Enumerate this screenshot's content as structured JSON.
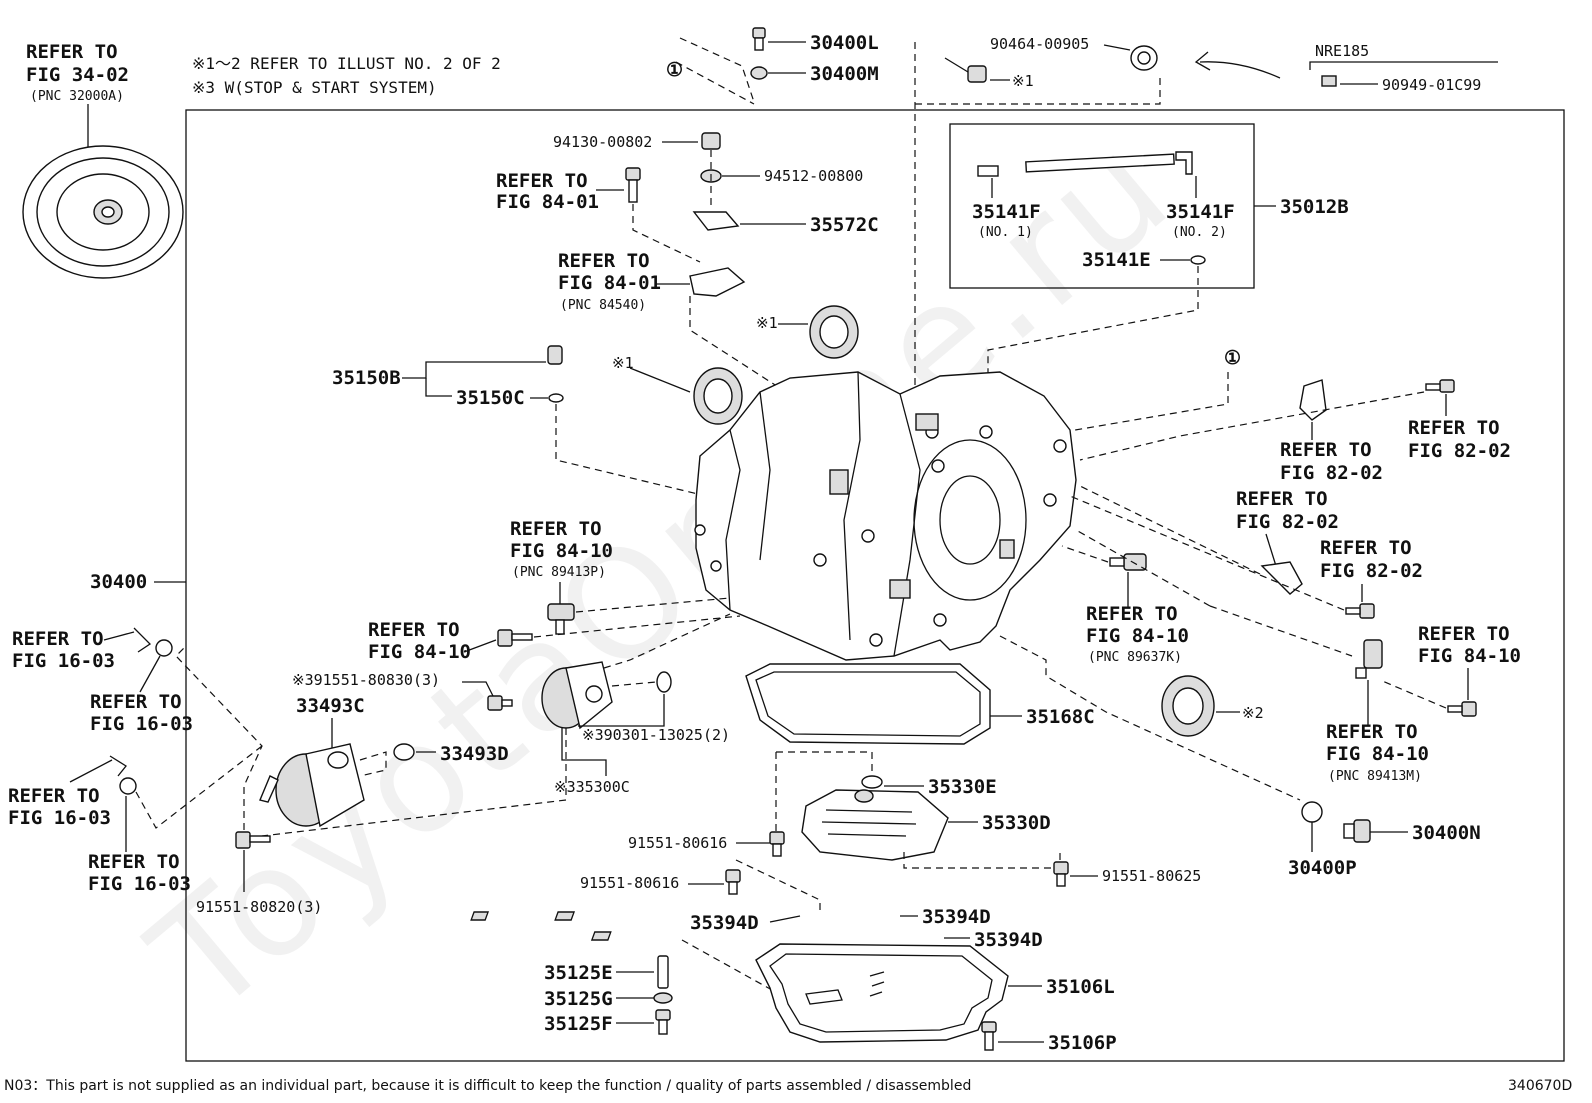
{
  "notes": {
    "line1": "※1～2 REFER TO ILLUST NO. 2 OF 2",
    "line2": "※3 W(STOP & START SYSTEM)"
  },
  "torque_converter_ref": {
    "l1": "REFER TO",
    "l2": "FIG 34-02",
    "l3": "(PNC 32000A)"
  },
  "parts": {
    "p30400L": "30400L",
    "p30400M": "30400M",
    "p90464": "90464-00905",
    "p90464_mark": "※1",
    "nre185": "NRE185",
    "p90949": "90949-01C99",
    "p94130": "94130-00802",
    "p94512": "94512-00800",
    "p35572C": "35572C",
    "p35141F_1": "35141F",
    "p35141F_1_sub": "(NO. 1)",
    "p35141F_2": "35141F",
    "p35141F_2_sub": "(NO. 2)",
    "p35012B": "35012B",
    "p35141E": "35141E",
    "mark1a": "※1",
    "mark1b": "※1",
    "p35150B": "35150B",
    "p35150C": "35150C",
    "p30400": "30400",
    "p91551_80830": "※391551-80830(3)",
    "p33493C": "33493C",
    "p33493D": "33493D",
    "p90301": "※390301-13025(2)",
    "p35300C": "※335300C",
    "p91551_80820": "91551-80820(3)",
    "p35168C": "35168C",
    "mark2": "※2",
    "p35330E": "35330E",
    "p35330D": "35330D",
    "p91551_80616a": "91551-80616",
    "p91551_80616b": "91551-80616",
    "p91551_80625": "91551-80625",
    "p35394D_a": "35394D",
    "p35394D_b": "35394D",
    "p35394D_c": "35394D",
    "p35125E": "35125E",
    "p35125G": "35125G",
    "p35125F": "35125F",
    "p35106L": "35106L",
    "p35106P": "35106P",
    "p30400N": "30400N",
    "p30400P": "30400P",
    "circle1a": "①",
    "circle1b": "①"
  },
  "refs": {
    "r84_01a": {
      "l1": "REFER TO",
      "l2": "FIG 84-01"
    },
    "r84_01b": {
      "l1": "REFER TO",
      "l2": "FIG 84-01",
      "l3": "(PNC 84540)"
    },
    "r84_10a": {
      "l1": "REFER TO",
      "l2": "FIG 84-10",
      "l3": "(PNC 89413P)"
    },
    "r84_10b": {
      "l1": "REFER TO",
      "l2": "FIG 84-10"
    },
    "r84_10c": {
      "l1": "REFER TO",
      "l2": "FIG 84-10",
      "l3": "(PNC 89637K)"
    },
    "r84_10d": {
      "l1": "REFER TO",
      "l2": "FIG 84-10"
    },
    "r84_10e": {
      "l1": "REFER TO",
      "l2": "FIG 84-10",
      "l3": "(PNC 89413M)"
    },
    "r82_02a": {
      "l1": "REFER TO",
      "l2": "FIG 82-02"
    },
    "r82_02b": {
      "l1": "REFER TO",
      "l2": "FIG 82-02"
    },
    "r82_02c": {
      "l1": "REFER TO",
      "l2": "FIG 82-02"
    },
    "r82_02d": {
      "l1": "REFER TO",
      "l2": "FIG 82-02"
    },
    "r16_03a": {
      "l1": "REFER TO",
      "l2": "FIG 16-03"
    },
    "r16_03b": {
      "l1": "REFER TO",
      "l2": "FIG 16-03"
    },
    "r16_03c": {
      "l1": "REFER TO",
      "l2": "FIG 16-03"
    },
    "r16_03d": {
      "l1": "REFER TO",
      "l2": "FIG 16-03"
    }
  },
  "footer": {
    "note": "N03：This part is not supplied as an individual part, because it is difficult to keep the function / quality of parts  assembled / disassembled",
    "code": "340670D"
  },
  "watermark": "ToyotaOnline.ru"
}
